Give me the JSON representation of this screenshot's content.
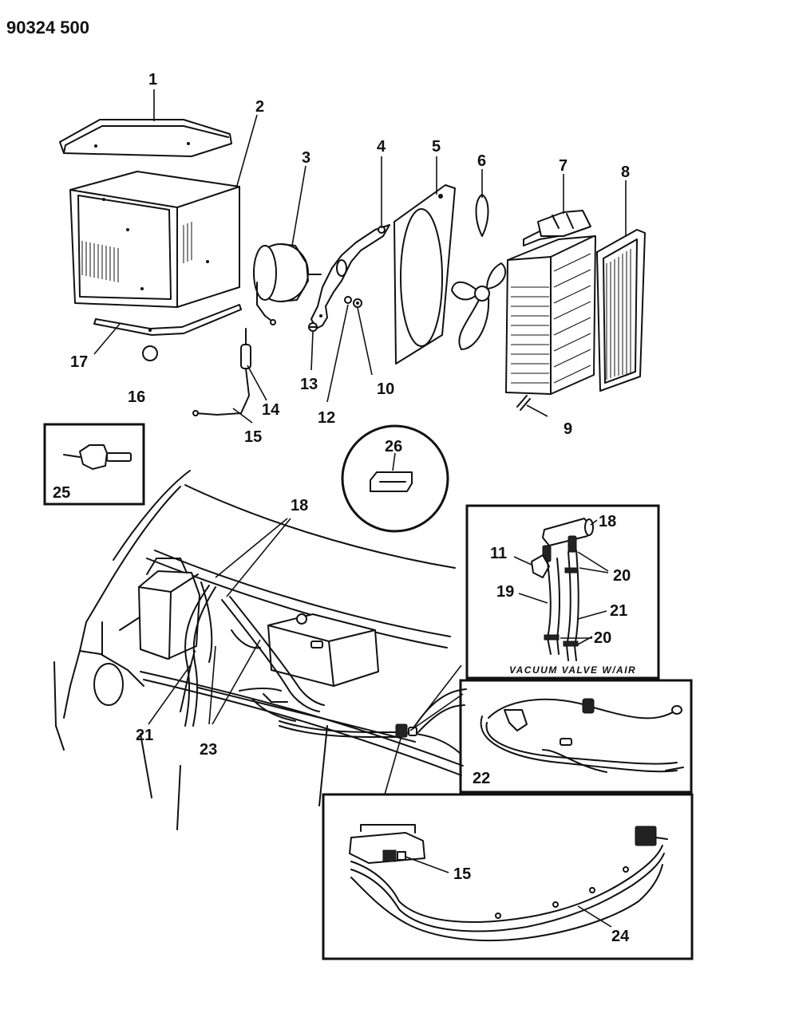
{
  "document": {
    "ref_number": "90324 500"
  },
  "callouts": {
    "c1": "1",
    "c2": "2",
    "c3": "3",
    "c4": "4",
    "c5": "5",
    "c6": "6",
    "c7": "7",
    "c8": "8",
    "c9": "9",
    "c10": "10",
    "c12": "12",
    "c13": "13",
    "c14": "14",
    "c15": "15",
    "c16": "16",
    "c17": "17",
    "c25": "25",
    "c26": "26",
    "c18_main": "18",
    "c21_main": "21",
    "c23_main": "23",
    "c18_inset": "18",
    "c11_inset": "11",
    "c20_inset_a": "20",
    "c19_inset": "19",
    "c21_inset": "21",
    "c20_inset_b": "20",
    "c22_inset": "22",
    "c15_inset": "15",
    "c24_inset": "24"
  },
  "insets": {
    "vacuum_valve_caption": "VACUUM VALVE W/AIR"
  }
}
